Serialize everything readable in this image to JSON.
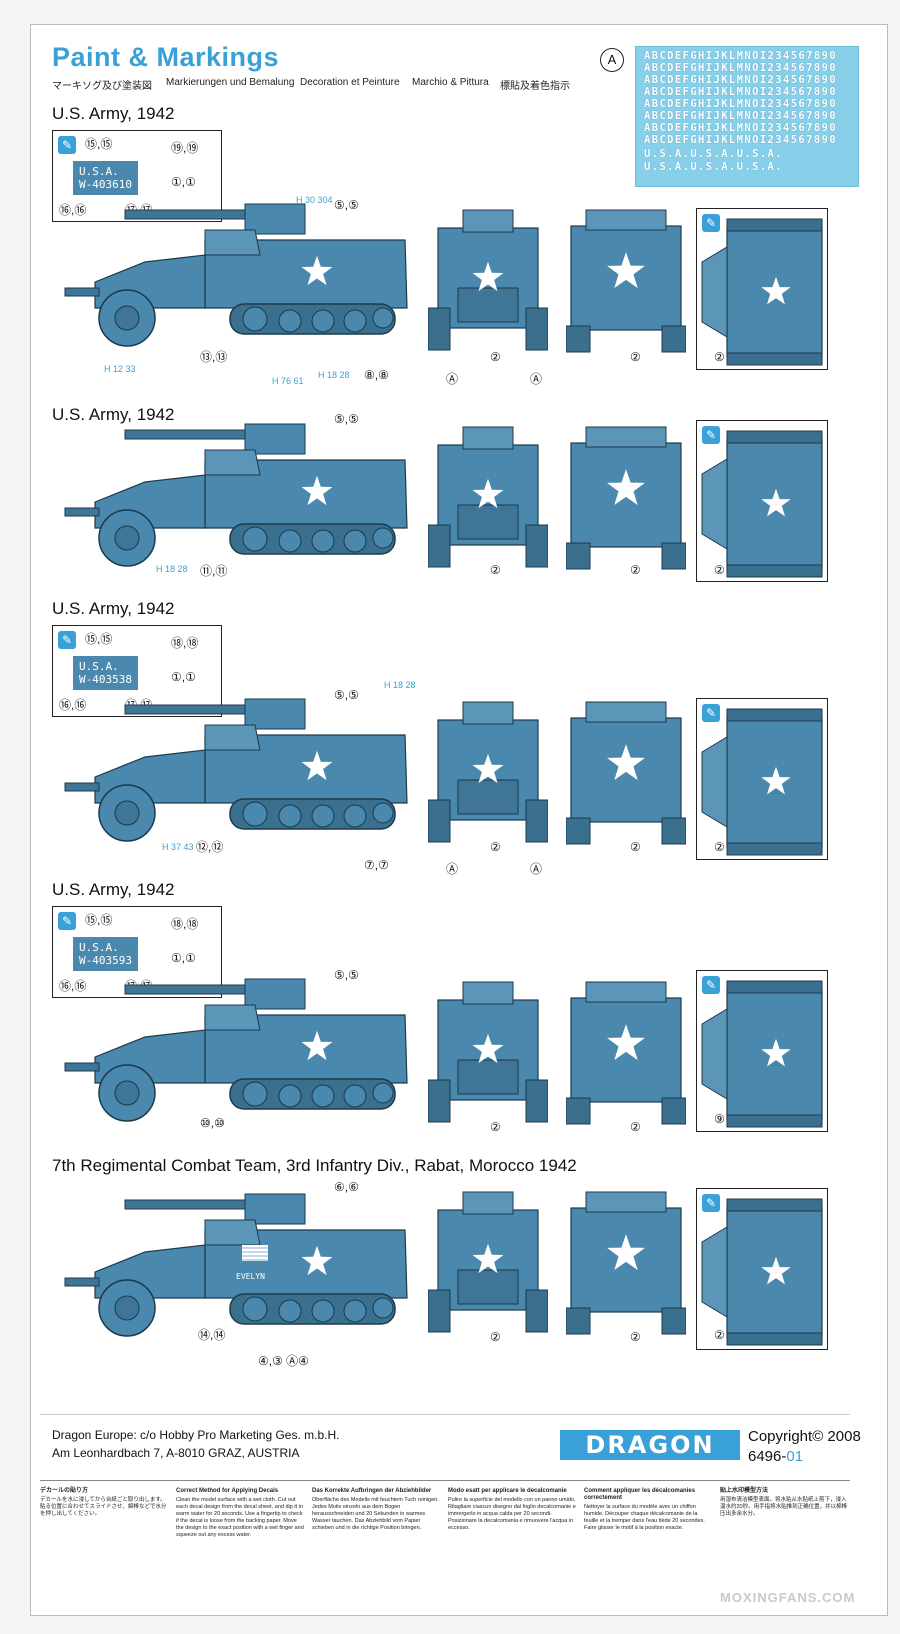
{
  "header": {
    "title": "Paint & Markings",
    "subtitles": [
      "マーキソグ及び塗装図",
      "Markierungen und Bemalung",
      "Decoration et Peinture",
      "Marchio & Pittura",
      "標貼及着色指示"
    ],
    "sheet_badge": "A"
  },
  "decal_sheet": {
    "rows": [
      "ABCDEFGHIJKLMNOI234567890",
      "ABCDEFGHIJKLMNOI234567890",
      "ABCDEFGHIJKLMNOI234567890",
      "ABCDEFGHIJKLMNOI234567890",
      "ABCDEFGHIJKLMNOI234567890",
      "ABCDEFGHIJKLMNOI234567890",
      "ABCDEFGHIJKLMNOI234567890",
      "ABCDEFGHIJKLMNOI234567890",
      "U.S.A.U.S.A.U.S.A.",
      "U.S.A.U.S.A.U.S.A."
    ]
  },
  "sections": [
    {
      "title": "U.S. Army, 1942",
      "plate_line1": "U.S.A.",
      "plate_line2": "W-403610",
      "callout_nums": {
        "tl": "⑮,⑮",
        "tr": "⑲,⑲",
        "mr": "①,①",
        "bl": "⑯,⑯",
        "bm": "⑰,⑰"
      },
      "side_nums": {
        "top": "⑤,⑤",
        "b1": "⑬,⑬",
        "b2": "⑧,⑧"
      },
      "hbadges": [
        "H 30 304",
        "H 12 33",
        "H 76 61",
        "H 18 28"
      ],
      "view_nums": {
        "front": "②",
        "rear": "②",
        "top": "②"
      },
      "ref_labels": [
        "Ⓐ",
        "Ⓐ"
      ]
    },
    {
      "title": "U.S. Army, 1942",
      "side_nums": {
        "top": "⑤,⑤",
        "b1": "⑪,⑪"
      },
      "hbadges": [
        "H 18 28"
      ],
      "view_nums": {
        "front": "②",
        "rear": "②",
        "top": "②"
      }
    },
    {
      "title": "U.S. Army, 1942",
      "plate_line1": "U.S.A.",
      "plate_line2": "W-403538",
      "callout_nums": {
        "tl": "⑮,⑮",
        "tr": "⑱,⑱",
        "mr": "①,①",
        "bl": "⑯,⑯",
        "bm": "⑰,⑰"
      },
      "side_nums": {
        "top": "⑤,⑤",
        "b1": "⑫,⑫",
        "b2": "⑦,⑦"
      },
      "hbadges": [
        "H 18 28",
        "H 37 43"
      ],
      "view_nums": {
        "front": "②",
        "rear": "②",
        "top": "②"
      },
      "ref_labels": [
        "Ⓐ",
        "Ⓐ"
      ]
    },
    {
      "title": "U.S. Army, 1942",
      "plate_line1": "U.S.A.",
      "plate_line2": "W-403593",
      "callout_nums": {
        "tl": "⑮,⑮",
        "tr": "⑱,⑱",
        "mr": "①,①",
        "bl": "⑯,⑯",
        "bm": "⑰,⑰"
      },
      "side_nums": {
        "top": "⑤,⑤",
        "b1": "⑩,⑩"
      },
      "view_nums": {
        "front": "②",
        "rear": "②",
        "top": "⑨"
      }
    },
    {
      "title": "7th Regimental Combat Team, 3rd Infantry Div., Rabat, Morocco 1942",
      "side_nums": {
        "top": "⑥,⑥",
        "b1": "⑭,⑭",
        "b2": "④,③ Ⓐ④"
      },
      "side_name": "EVELYN",
      "view_nums": {
        "front": "②",
        "rear": "②",
        "top": "②"
      }
    }
  ],
  "footer": {
    "company": "Dragon Europe: c/o Hobby Pro Marketing Ges. m.b.H.",
    "address": "Am Leonhardbach 7, A-8010 GRAZ, AUSTRIA",
    "logo": "DRAGON",
    "copyright": "Copyright© 2008",
    "doc_prefix": "6496-",
    "doc_suffix": "01"
  },
  "instructions": [
    {
      "head": "デカールの貼り方",
      "body": "デカールを水に浸してから台紙ごと取り出します。貼る位置に合わせてスライドさせ、綿棒などで水分を押し出してください。"
    },
    {
      "head": "Correct Method for Applying Decals",
      "body": "Clean the model surface with a wet cloth. Cut out each decal design from the decal sheet, and dip it in warm water for 20 seconds. Use a fingertip to check if the decal is loose from the backing paper. Move the design to the exact position with a wet finger and squeeze out any excess water."
    },
    {
      "head": "Das Korrekte Aufbringen der Abziehbilder",
      "body": "Oberfläche des Modells mit feuchtem Tuch reinigen. Jedes Motiv einzeln aus dem Bogen herausschneiden und 20 Sekunden in warmes Wasser tauchen. Das Abziehbild vom Papier schieben und in die richtige Position bringen."
    },
    {
      "head": "Modo esatt per applicare le decalcomanie",
      "body": "Pulire la superficie del modello con un panno umido. Ritagliare ciascun disegno dal foglio decalcomanie e immergerlo in acqua calda per 20 secondi. Posizionare la decalcomania e rimuovere l'acqua in eccesso."
    },
    {
      "head": "Comment appliquer les décalcomanies correctement",
      "body": "Nettoyer la surface du modèle avec un chiffon humide. Découper chaque décalcomanie de la feuille et la tremper dans l'eau tiède 20 secondes. Faire glisser le motif à la position exacte."
    },
    {
      "head": "贴上水印模型方法",
      "body": "用湿布清洁模型表面。将水贴从水贴纸上剪下，浸入温水约20秒。用手指将水贴推到正确位置，并以棉棒压出多余水分。"
    }
  ],
  "watermark": "MOXINGFANS.COM",
  "colors": {
    "accent": "#3aa0d8",
    "vehicle": "#4a88ad",
    "decal_bg": "#88d0ea"
  }
}
